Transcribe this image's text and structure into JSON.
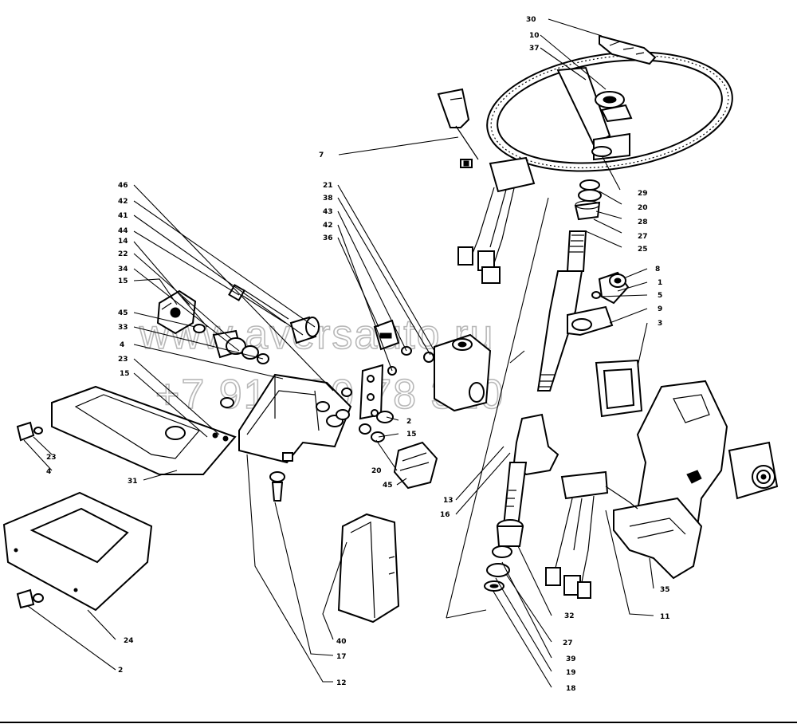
{
  "watermark": {
    "site": "www.aversauto.ru",
    "phone": "+7 912 80 78 320"
  },
  "callouts": [
    {
      "id": "30",
      "label": "30"
    },
    {
      "id": "10",
      "label": "10"
    },
    {
      "id": "37",
      "label": "37"
    },
    {
      "id": "7",
      "label": "7"
    },
    {
      "id": "29",
      "label": "29"
    },
    {
      "id": "20a",
      "label": "20"
    },
    {
      "id": "28",
      "label": "28"
    },
    {
      "id": "27a",
      "label": "27"
    },
    {
      "id": "25",
      "label": "25"
    },
    {
      "id": "8",
      "label": "8"
    },
    {
      "id": "1",
      "label": "1"
    },
    {
      "id": "5",
      "label": "5"
    },
    {
      "id": "9",
      "label": "9"
    },
    {
      "id": "3",
      "label": "3"
    },
    {
      "id": "21",
      "label": "21"
    },
    {
      "id": "38",
      "label": "38"
    },
    {
      "id": "43",
      "label": "43"
    },
    {
      "id": "42b",
      "label": "42"
    },
    {
      "id": "36",
      "label": "36"
    },
    {
      "id": "46",
      "label": "46"
    },
    {
      "id": "42a",
      "label": "42"
    },
    {
      "id": "41",
      "label": "41"
    },
    {
      "id": "44",
      "label": "44"
    },
    {
      "id": "14",
      "label": "14"
    },
    {
      "id": "22",
      "label": "22"
    },
    {
      "id": "34",
      "label": "34"
    },
    {
      "id": "15a",
      "label": "15"
    },
    {
      "id": "45a",
      "label": "45"
    },
    {
      "id": "33",
      "label": "33"
    },
    {
      "id": "4a",
      "label": "4"
    },
    {
      "id": "23a",
      "label": "23"
    },
    {
      "id": "15b",
      "label": "15"
    },
    {
      "id": "23b",
      "label": "23"
    },
    {
      "id": "4b",
      "label": "4"
    },
    {
      "id": "31",
      "label": "31"
    },
    {
      "id": "2a",
      "label": "2"
    },
    {
      "id": "15c",
      "label": "15"
    },
    {
      "id": "20b",
      "label": "20"
    },
    {
      "id": "45b",
      "label": "45"
    },
    {
      "id": "13",
      "label": "13"
    },
    {
      "id": "16",
      "label": "16"
    },
    {
      "id": "24",
      "label": "24"
    },
    {
      "id": "2b",
      "label": "2"
    },
    {
      "id": "40",
      "label": "40"
    },
    {
      "id": "17",
      "label": "17"
    },
    {
      "id": "12",
      "label": "12"
    },
    {
      "id": "32",
      "label": "32"
    },
    {
      "id": "27b",
      "label": "27"
    },
    {
      "id": "39",
      "label": "39"
    },
    {
      "id": "19",
      "label": "19"
    },
    {
      "id": "18",
      "label": "18"
    },
    {
      "id": "35",
      "label": "35"
    },
    {
      "id": "11",
      "label": "11"
    }
  ]
}
